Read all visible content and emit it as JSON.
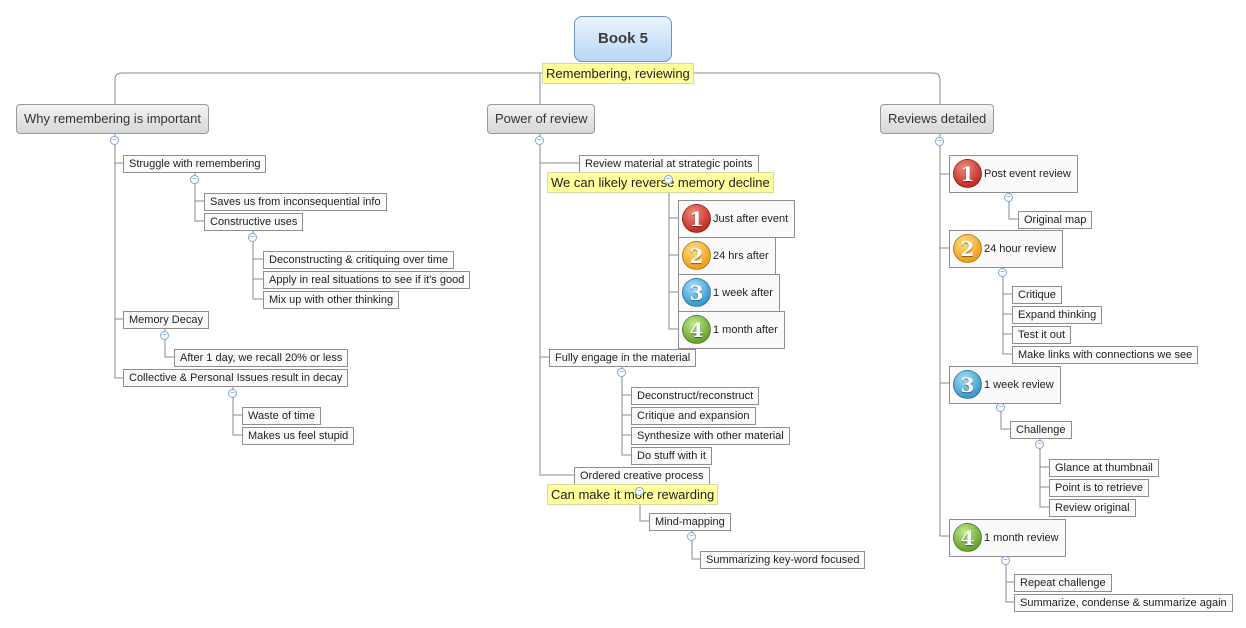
{
  "root": {
    "title": "Book 5",
    "subtitle": "Remembering, reviewing"
  },
  "branches": [
    {
      "label": "Why remembering is important",
      "children": [
        {
          "label": "Struggle with remembering",
          "children": [
            {
              "label": "Saves us from inconsequential info"
            },
            {
              "label": "Constructive uses",
              "children": [
                {
                  "label": "Deconstructing & critiquing over time"
                },
                {
                  "label": "Apply in real situations to see if it's good"
                },
                {
                  "label": "Mix up with other thinking"
                }
              ]
            }
          ]
        },
        {
          "label": "Memory Decay",
          "children": [
            {
              "label": "After 1 day, we recall 20% or less"
            }
          ]
        },
        {
          "label": "Collective & Personal Issues result in decay",
          "children": [
            {
              "label": "Waste of time"
            },
            {
              "label": "Makes us feel stupid"
            }
          ]
        }
      ]
    },
    {
      "label": "Power of review",
      "children": [
        {
          "label": "Review material at strategic points",
          "note": "We can likely reverse memory decline",
          "children": [
            {
              "label": "Just after event",
              "badge": "1",
              "color": "#c3302a"
            },
            {
              "label": "24 hrs after",
              "badge": "2",
              "color": "#f0a21c"
            },
            {
              "label": "1 week after",
              "badge": "3",
              "color": "#3c9ccf"
            },
            {
              "label": "1 month after",
              "badge": "4",
              "color": "#6aa533"
            }
          ]
        },
        {
          "label": "Fully engage in the material",
          "children": [
            {
              "label": "Deconstruct/reconstruct"
            },
            {
              "label": "Critique and expansion"
            },
            {
              "label": "Synthesize with other material"
            },
            {
              "label": "Do stuff with it"
            }
          ]
        },
        {
          "label": "Ordered creative process",
          "note": "Can make it more rewarding",
          "children": [
            {
              "label": "Mind-mapping",
              "children": [
                {
                  "label": "Summarizing key-word focused"
                }
              ]
            }
          ]
        }
      ]
    },
    {
      "label": "Reviews detailed",
      "children": [
        {
          "label": "Post event review",
          "badge": "1",
          "color": "#c3302a",
          "children": [
            {
              "label": "Original map"
            }
          ]
        },
        {
          "label": "24 hour review",
          "badge": "2",
          "color": "#f0a21c",
          "children": [
            {
              "label": "Critique"
            },
            {
              "label": "Expand thinking"
            },
            {
              "label": "Test it out"
            },
            {
              "label": "Make links with connections we see"
            }
          ]
        },
        {
          "label": "1 week review",
          "badge": "3",
          "color": "#3c9ccf",
          "children": [
            {
              "label": "Challenge",
              "children": [
                {
                  "label": "Glance at thumbnail"
                },
                {
                  "label": "Point is to retrieve"
                },
                {
                  "label": "Review original"
                }
              ]
            }
          ]
        },
        {
          "label": "1 month review",
          "badge": "4",
          "color": "#6aa533",
          "children": [
            {
              "label": "Repeat challenge"
            },
            {
              "label": "Summarize, condense & summarize again"
            }
          ]
        }
      ]
    }
  ]
}
